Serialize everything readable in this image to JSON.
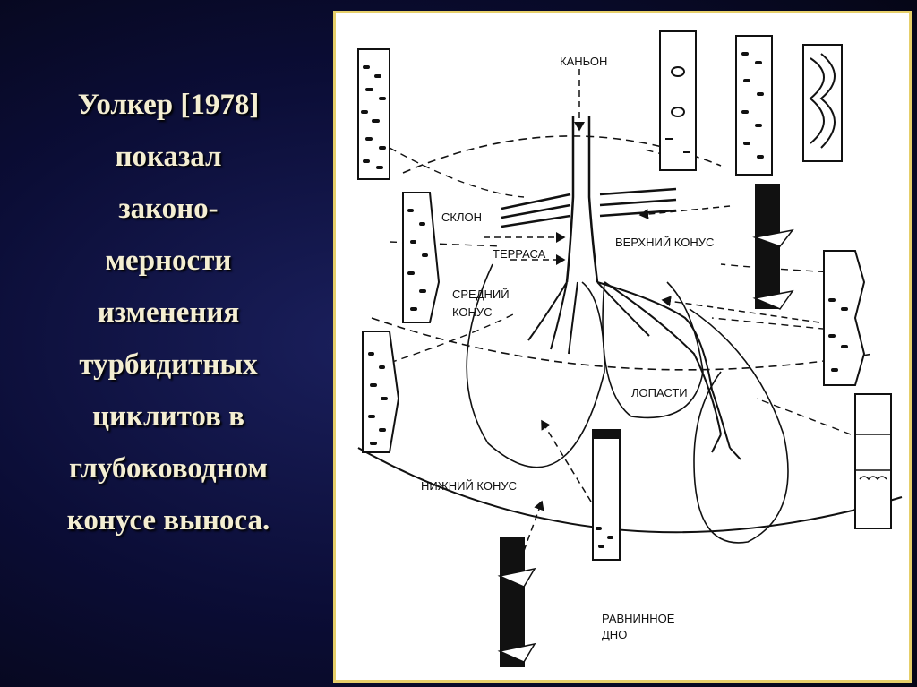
{
  "slide": {
    "text_lines": [
      "Уолкер [1978]",
      "показал",
      "законо-",
      "мерности",
      "изменения",
      "турбидитных",
      "циклитов в",
      "глубоководном",
      "конусе выноса."
    ]
  },
  "diagram": {
    "labels": {
      "canyon": "КАНЬОН",
      "slope": "СКЛОН",
      "terrace": "ТЕРРАСА",
      "upper_fan": "ВЕРХНИЙ КОНУС",
      "middle_fan_1": "СРЕДНИЙ",
      "middle_fan_2": "КОНУС",
      "lobes": "ЛОПАСТИ",
      "lower_fan": "НИЖНИЙ КОНУС",
      "basin_plain_1": "РАВНИННОЕ",
      "basin_plain_2": "ДНО"
    }
  }
}
